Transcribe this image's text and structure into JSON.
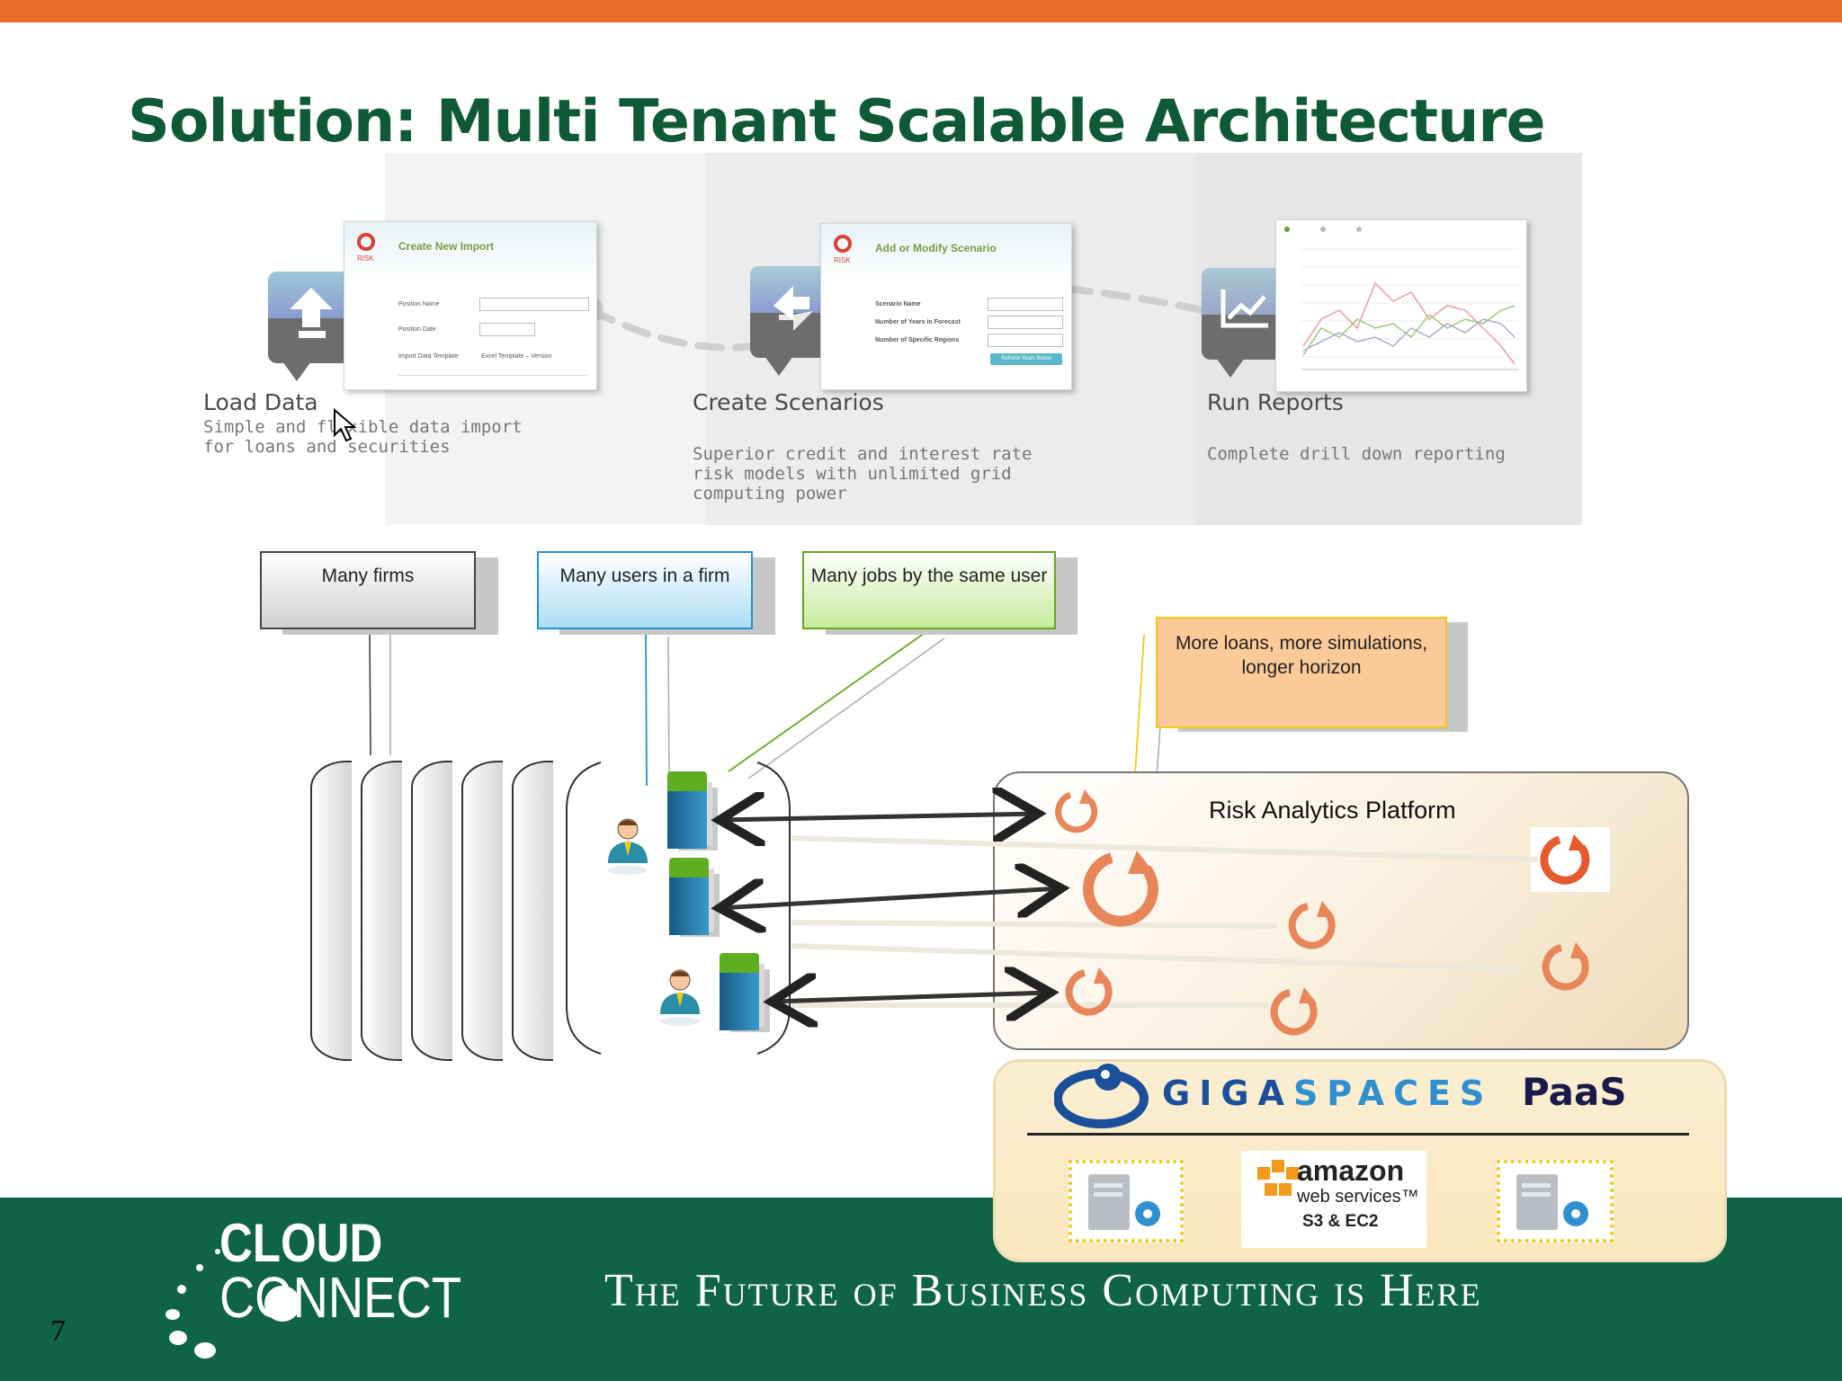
{
  "slide": {
    "title": "Solution: Multi Tenant Scalable Architecture",
    "page_number": "7"
  },
  "steps": [
    {
      "heading": "Load Data",
      "description": "Simple and flexible data import for loans and securities"
    },
    {
      "heading": "Create Scenarios",
      "description": "Superior credit and interest rate risk models with unlimited grid computing power"
    },
    {
      "heading": "Run Reports",
      "description": "Complete drill down reporting"
    }
  ],
  "mini_windows": {
    "import_title": "Create New Import",
    "scenario_title": "Add or Modify Scenario",
    "risk_label": "RISK",
    "import_fields": [
      "Position Name",
      "Position Date",
      "Import Data Template"
    ],
    "import_values": [
      "Excel Template – Version"
    ],
    "scenario_fields": [
      "Scenario Name",
      "Number of Years in Forecast",
      "Number of Specific Regions"
    ],
    "scenario_button": "Refresh Years Below"
  },
  "tags": {
    "firms": "Many firms",
    "users": "Many users in a firm",
    "jobs": "Many jobs by the same user",
    "loans": "More loans, more simulations, longer horizon"
  },
  "platform": {
    "label": "Risk Analytics Platform"
  },
  "gigaspaces": {
    "brand_giga": "GIGA",
    "brand_spaces": "SPACES",
    "brand_paas": "PaaS",
    "amazon_line1": "amazon",
    "amazon_line2": "web services™",
    "amazon_line3": "S3 & EC2"
  },
  "footer": {
    "logo_line1": "CLOUD",
    "logo_line2": "CONNECT",
    "tagline": "The Future of Business Computing is Here"
  },
  "colors": {
    "accent_orange": "#e96b25",
    "title_green": "#0f5a36",
    "footer_green": "#0e6444",
    "users_blue": "#1f95c9",
    "jobs_green": "#66a81e",
    "loans_yellow": "#f2c916",
    "ring_orange": "#e8865a"
  }
}
